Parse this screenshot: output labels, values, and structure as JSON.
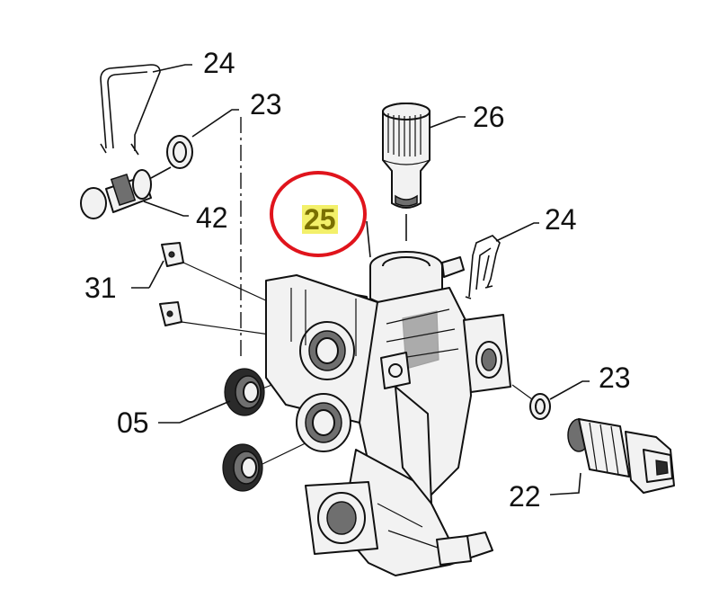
{
  "diagram": {
    "labels": {
      "l24_top": "24",
      "l23_top": "23",
      "l26": "26",
      "l25": "25",
      "l24_right": "24",
      "l42": "42",
      "l31": "31",
      "l23_right": "23",
      "l05": "05",
      "l22": "22"
    },
    "highlight": {
      "label": "25",
      "circle_color": "#e0141c",
      "text_color": "#7a7000",
      "background_color": "#f3f06a"
    },
    "line_color": "#111111"
  }
}
